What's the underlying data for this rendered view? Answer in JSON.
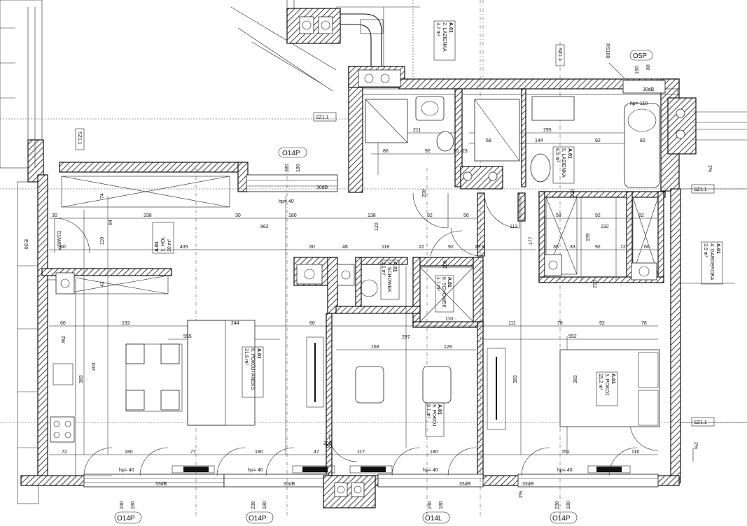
{
  "rooms": [
    {
      "id": "1",
      "code": "A.01",
      "name": "1. HOL",
      "area": "10 m²"
    },
    {
      "id": "2",
      "code": "A.01",
      "name": "2. ŁAZIENKA",
      "area": "3.7 m²"
    },
    {
      "id": "3",
      "code": "A.01",
      "name": "3. POKÓJ",
      "area": "15.2 m²"
    },
    {
      "id": "4",
      "code": "A.01",
      "name": "4. GARDEROBA",
      "area": "3.5 m²"
    },
    {
      "id": "5",
      "code": "A.01",
      "name": "5. ŁAZIENKA",
      "area": "6.5 m²"
    },
    {
      "id": "6",
      "code": "A.01",
      "name": "6. SCHOWEK",
      "area": "1.7 m²"
    },
    {
      "id": "7",
      "code": "A.01",
      "name": "7. SCHOWEK",
      "area": "1.1 m²"
    },
    {
      "id": "8",
      "code": "A.01",
      "name": "8. POKÓJ+ANEKS",
      "area": "21.9 m²"
    },
    {
      "id": "9",
      "code": "A.01",
      "name": "9. POKÓJ",
      "area": "9.1 m²"
    }
  ],
  "tags": {
    "o14p": "O14P",
    "o14l": "O14L",
    "o5p": "O5P",
    "sz11": "SZ1.1",
    "rs100": "RS100",
    "d1": "D1/W8/P",
    "e30": "EI30",
    "zw": "ZW"
  },
  "window_dims": {
    "w230": "230",
    "w180": "180",
    "w160": "160",
    "w80": "80",
    "w200": "200"
  },
  "acoustic": {
    "db30": "30dB",
    "db33": "33dB"
  },
  "sill": {
    "hp40": "hp= 40",
    "hp110": "hp= 110"
  },
  "slope": "2%",
  "dims": {
    "d338": "338",
    "d30": "30",
    "d862": "862",
    "d180": "180",
    "d138": "138",
    "d92": "92",
    "d56": "56",
    "d113": "113",
    "d435": "435",
    "d60": "60",
    "d48": "48",
    "d118": "118",
    "d22": "22",
    "d15": "15",
    "d8": "8",
    "d192": "192",
    "d244": "244",
    "d297": "297",
    "d111": "111",
    "d78": "78",
    "d555": "555",
    "d168": "168",
    "d128": "128",
    "d552": "552",
    "d72": "72",
    "d77": "77",
    "d47": "47",
    "d117": "117",
    "d151": "151",
    "d116": "116",
    "d211": "211",
    "d86": "86",
    "d10": "10",
    "d23": "23",
    "d295": "295",
    "d144": "144",
    "d82": "82",
    "d58": "58",
    "d35": "35",
    "d33": "33",
    "d12": "12",
    "d232": "232",
    "d210": "210",
    "d403": "403",
    "d383": "383",
    "d110": "110",
    "d64": "64",
    "d74": "74",
    "d42": "42",
    "d120": "120",
    "d177": "177",
    "d159": "159",
    "d200": "200"
  }
}
